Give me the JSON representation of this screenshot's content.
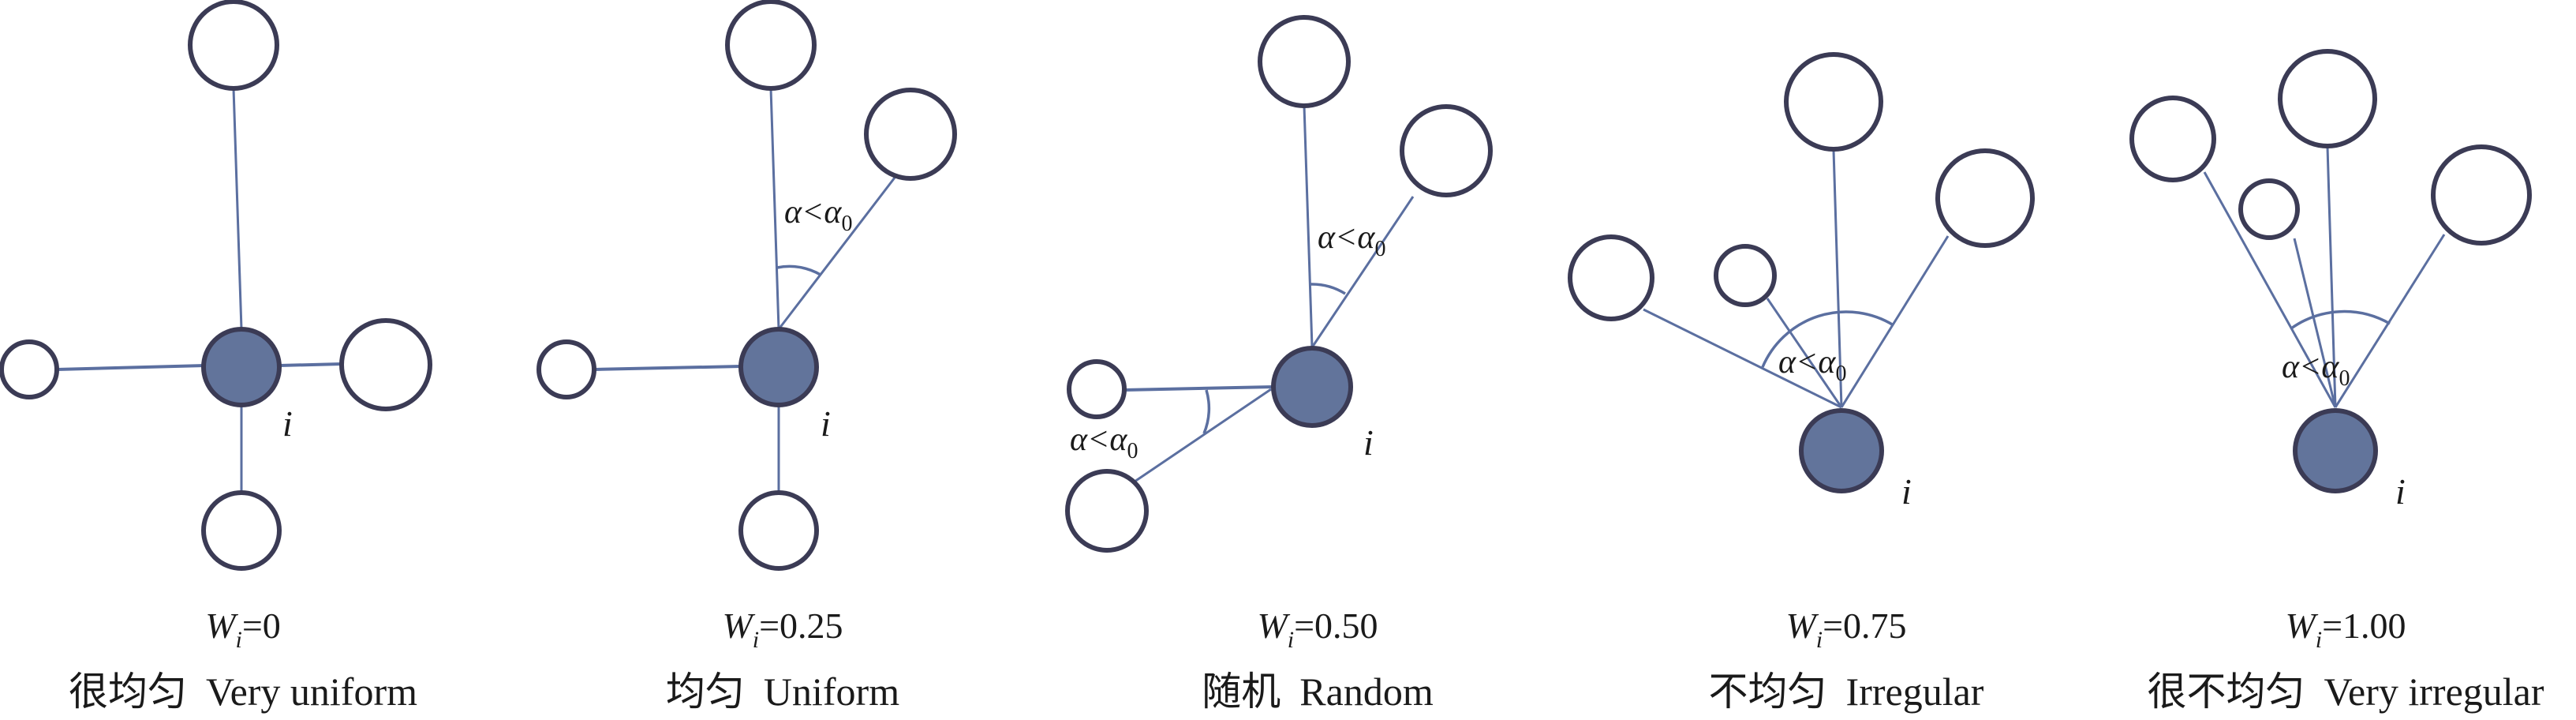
{
  "node_label": "i",
  "angle_label": {
    "main": "α<α",
    "sub": "0"
  },
  "weight_symbol": {
    "main": "W",
    "sub": "i"
  },
  "panels": [
    {
      "weight": "=0",
      "caption_cn": "很均匀",
      "caption_en": "Very uniform"
    },
    {
      "weight": "=0.25",
      "caption_cn": "均匀",
      "caption_en": "Uniform"
    },
    {
      "weight": "=0.50",
      "caption_cn": "随机",
      "caption_en": "Random"
    },
    {
      "weight": "=0.75",
      "caption_cn": "不均匀",
      "caption_en": "Irregular"
    },
    {
      "weight": "=1.00",
      "caption_cn": "很不均匀",
      "caption_en": "Very irregular"
    }
  ],
  "colors": {
    "center_fill": "#62749b",
    "outline": "#3b3b55",
    "edge": "#5b6fa0"
  }
}
